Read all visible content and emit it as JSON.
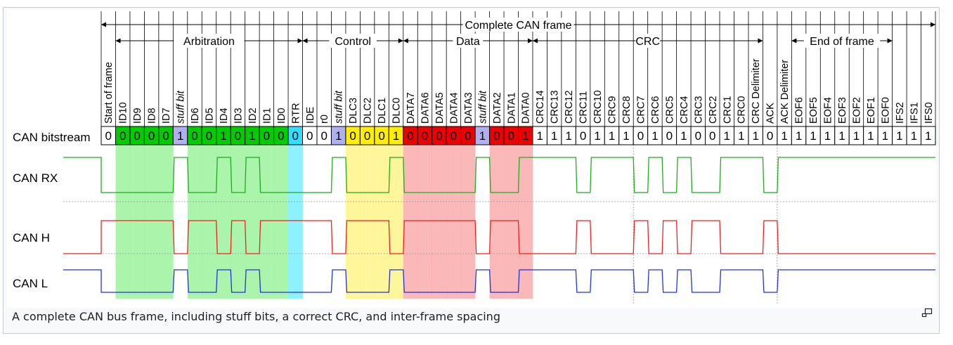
{
  "diagram": {
    "title": "Complete CAN frame",
    "row_labels": {
      "bitstream": "CAN bitstream",
      "rx": "CAN RX",
      "h": "CAN H",
      "l": "CAN L"
    },
    "groups": [
      {
        "label": "Arbitration",
        "first": 1,
        "last": 13
      },
      {
        "label": "Control",
        "first": 14,
        "last": 20
      },
      {
        "label": "Data",
        "first": 21,
        "last": 29
      },
      {
        "label": "CRC",
        "first": 30,
        "last": 45
      },
      {
        "label": "End of frame",
        "first": 48,
        "last": 54
      }
    ],
    "bits": [
      {
        "name": "Start of frame",
        "value": "0",
        "color": "#ffffff"
      },
      {
        "name": "ID10",
        "value": "0",
        "color": "#00cc00"
      },
      {
        "name": "ID9",
        "value": "0",
        "color": "#00cc00"
      },
      {
        "name": "ID8",
        "value": "0",
        "color": "#00cc00"
      },
      {
        "name": "ID7",
        "value": "0",
        "color": "#00cc00"
      },
      {
        "name": "stuff bit",
        "value": "1",
        "color": "#b0b0f0",
        "italic": true
      },
      {
        "name": "ID6",
        "value": "0",
        "color": "#00cc00"
      },
      {
        "name": "ID5",
        "value": "0",
        "color": "#00cc00"
      },
      {
        "name": "ID4",
        "value": "1",
        "color": "#00cc00"
      },
      {
        "name": "ID3",
        "value": "0",
        "color": "#00cc00"
      },
      {
        "name": "ID2",
        "value": "1",
        "color": "#00cc00"
      },
      {
        "name": "ID1",
        "value": "0",
        "color": "#00cc00"
      },
      {
        "name": "ID0",
        "value": "0",
        "color": "#00cc00"
      },
      {
        "name": "RTR",
        "value": "0",
        "color": "#33ddff"
      },
      {
        "name": "IDE",
        "value": "0",
        "color": "#ffffff"
      },
      {
        "name": "r0",
        "value": "0",
        "color": "#ffffff"
      },
      {
        "name": "stuff bit",
        "value": "1",
        "color": "#b0b0f0",
        "italic": true
      },
      {
        "name": "DLC3",
        "value": "0",
        "color": "#ffee00"
      },
      {
        "name": "DLC2",
        "value": "0",
        "color": "#ffee00"
      },
      {
        "name": "DLC1",
        "value": "0",
        "color": "#ffee00"
      },
      {
        "name": "DLC0",
        "value": "1",
        "color": "#ffee00"
      },
      {
        "name": "DATA7",
        "value": "0",
        "color": "#ee0000"
      },
      {
        "name": "DATA6",
        "value": "0",
        "color": "#ee0000"
      },
      {
        "name": "DATA5",
        "value": "0",
        "color": "#ee0000"
      },
      {
        "name": "DATA4",
        "value": "0",
        "color": "#ee0000"
      },
      {
        "name": "DATA3",
        "value": "0",
        "color": "#ee0000"
      },
      {
        "name": "stuff bit",
        "value": "1",
        "color": "#b0b0f0",
        "italic": true
      },
      {
        "name": "DATA2",
        "value": "0",
        "color": "#ee0000"
      },
      {
        "name": "DATA1",
        "value": "0",
        "color": "#ee0000"
      },
      {
        "name": "DATA0",
        "value": "1",
        "color": "#ee0000"
      },
      {
        "name": "CRC14",
        "value": "1",
        "color": "#ffffff"
      },
      {
        "name": "CRC13",
        "value": "1",
        "color": "#ffffff"
      },
      {
        "name": "CRC12",
        "value": "1",
        "color": "#ffffff"
      },
      {
        "name": "CRC11",
        "value": "0",
        "color": "#ffffff"
      },
      {
        "name": "CRC10",
        "value": "1",
        "color": "#ffffff"
      },
      {
        "name": "CRC9",
        "value": "1",
        "color": "#ffffff"
      },
      {
        "name": "CRC8",
        "value": "1",
        "color": "#ffffff"
      },
      {
        "name": "CRC7",
        "value": "0",
        "color": "#ffffff"
      },
      {
        "name": "CRC6",
        "value": "1",
        "color": "#ffffff"
      },
      {
        "name": "CRC5",
        "value": "0",
        "color": "#ffffff"
      },
      {
        "name": "CRC4",
        "value": "1",
        "color": "#ffffff"
      },
      {
        "name": "CRC3",
        "value": "0",
        "color": "#ffffff"
      },
      {
        "name": "CRC2",
        "value": "0",
        "color": "#ffffff"
      },
      {
        "name": "CRC1",
        "value": "1",
        "color": "#ffffff"
      },
      {
        "name": "CRC0",
        "value": "1",
        "color": "#ffffff"
      },
      {
        "name": "CRC Delimiter",
        "value": "1",
        "color": "#ffffff"
      },
      {
        "name": "ACK",
        "value": "0",
        "color": "#ffffff"
      },
      {
        "name": "ACK Delimiter",
        "value": "1",
        "color": "#ffffff"
      },
      {
        "name": "EOF6",
        "value": "1",
        "color": "#ffffff"
      },
      {
        "name": "EOF5",
        "value": "1",
        "color": "#ffffff"
      },
      {
        "name": "EOF4",
        "value": "1",
        "color": "#ffffff"
      },
      {
        "name": "EOF3",
        "value": "1",
        "color": "#ffffff"
      },
      {
        "name": "EOF2",
        "value": "1",
        "color": "#ffffff"
      },
      {
        "name": "EOF1",
        "value": "1",
        "color": "#ffffff"
      },
      {
        "name": "EOF0",
        "value": "1",
        "color": "#ffffff"
      },
      {
        "name": "IFS2",
        "value": "1",
        "color": "#ffffff"
      },
      {
        "name": "IFS1",
        "value": "1",
        "color": "#ffffff"
      },
      {
        "name": "IFS0",
        "value": "1",
        "color": "#ffffff"
      }
    ],
    "band_colors": {
      "green": "#8ff08f",
      "purple": "#d4d4f4",
      "cyan": "#66eeff",
      "yellow": "#fff27a",
      "red": "#f8a0a0"
    },
    "trace_colors": {
      "rx": "#22aa22",
      "h": "#ee2222",
      "l": "#2233dd"
    }
  },
  "caption": "A complete CAN bus frame, including stuff bits, a correct CRC, and inter-frame spacing",
  "icons": {
    "magnify": "magnify-icon"
  }
}
